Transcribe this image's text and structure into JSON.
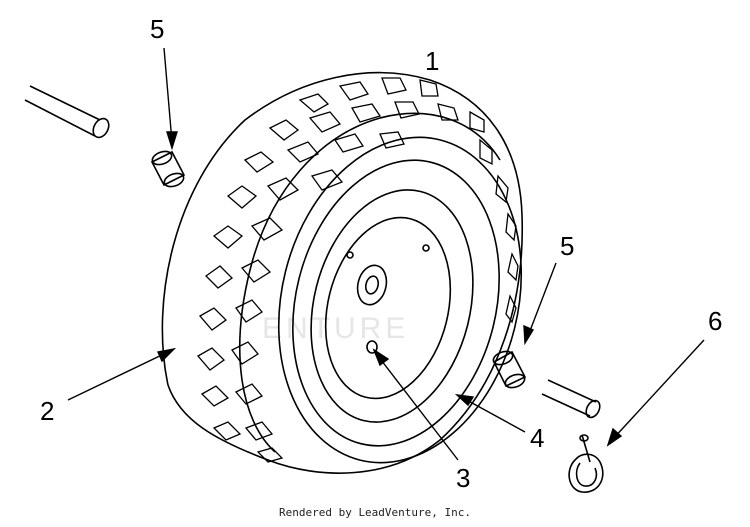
{
  "diagram": {
    "callouts": [
      {
        "id": "1",
        "label": "1"
      },
      {
        "id": "5a",
        "label": "5"
      },
      {
        "id": "5b",
        "label": "5"
      },
      {
        "id": "6",
        "label": "6"
      },
      {
        "id": "2",
        "label": "2"
      },
      {
        "id": "4",
        "label": "4"
      },
      {
        "id": "3",
        "label": "3"
      }
    ],
    "watermark": "ENTURE",
    "footer": "Rendered by LeadVenture, Inc."
  },
  "colors": {
    "line": "#000000",
    "background": "#ffffff",
    "watermark": "#e6e6e6"
  }
}
